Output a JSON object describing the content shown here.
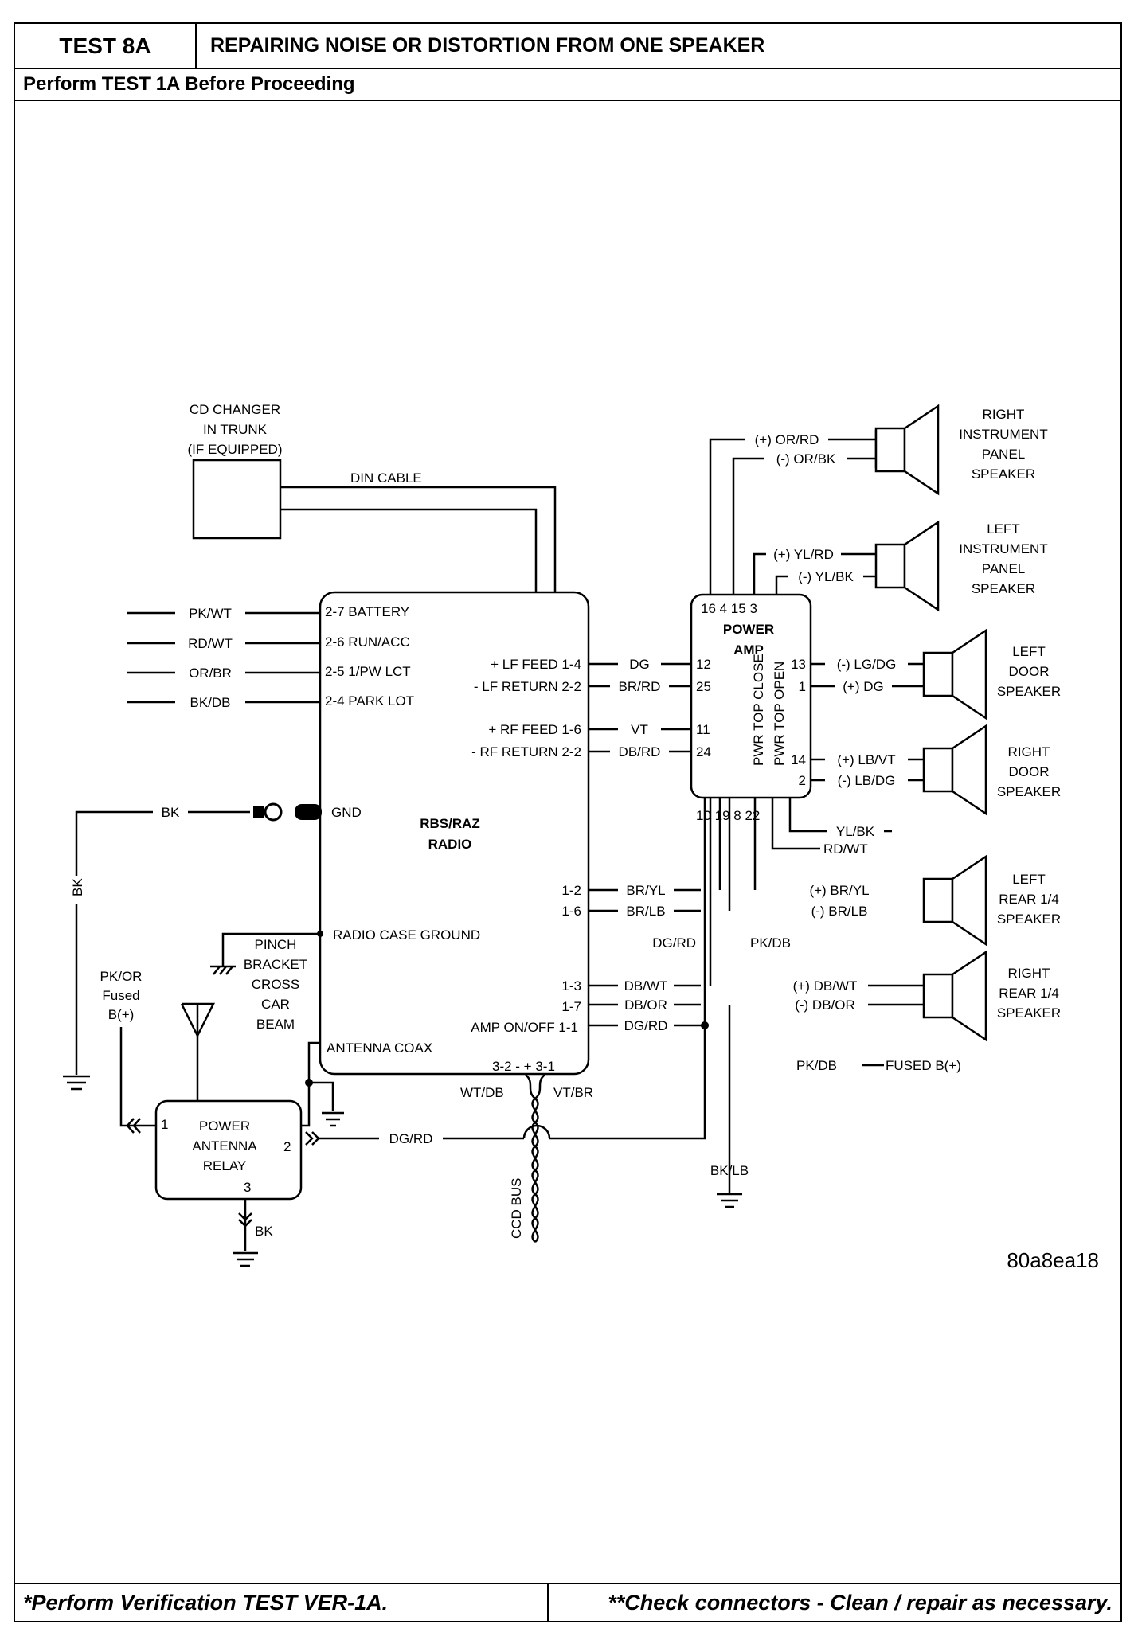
{
  "header": {
    "test_id": "TEST 8A",
    "title": "REPAIRING NOISE OR DISTORTION FROM ONE SPEAKER",
    "prerequisite": "Perform TEST 1A Before Proceeding"
  },
  "footer": {
    "left_note": "*Perform Verification TEST VER-1A.",
    "right_note": "**Check connectors - Clean / repair as necessary."
  },
  "diagram": {
    "reference_code": "80a8ea18",
    "cd_changer": {
      "line1": "CD CHANGER",
      "line2": "IN TRUNK",
      "line3": "(IF EQUIPPED)"
    },
    "din_cable": "DIN CABLE",
    "radio": {
      "name1": "RBS/RAZ",
      "name2": "RADIO",
      "pins_left": [
        "2-7 BATTERY",
        "2-6 RUN/ACC",
        "2-5 1/PW LCT",
        "2-4 PARK LOT"
      ],
      "gnd": "GND",
      "case_ground": "RADIO CASE GROUND",
      "antenna_coax": "ANTENNA COAX",
      "lf_feed": "+ LF FEED 1-4",
      "lf_return": "- LF RETURN 2-2",
      "rf_feed": "+ RF FEED 1-6",
      "rf_return": "- RF RETURN 2-2",
      "pin_1_2": "1-2",
      "pin_1_6": "1-6",
      "pin_1_3": "1-3",
      "pin_1_7": "1-7",
      "amp_on_off": "AMP ON/OFF 1-1",
      "bus_pins": "3-2 - + 3-1"
    },
    "left_wires": [
      "PK/WT",
      "RD/WT",
      "OR/BR",
      "BK/DB"
    ],
    "bk": "BK",
    "bk_vertical": "BK",
    "pinch": {
      "l1": "PINCH",
      "l2": "BRACKET",
      "l3": "CROSS",
      "l4": "CAR",
      "l5": "BEAM"
    },
    "pk_or": {
      "l1": "PK/OR",
      "l2": "Fused",
      "l3": "B(+)"
    },
    "relay": {
      "l1": "POWER",
      "l2": "ANTENNA",
      "l3": "RELAY",
      "pin1": "1",
      "pin2": "2",
      "pin3": "3",
      "bk": "BK"
    },
    "dg_rd_relay": "DG/RD",
    "ccd": {
      "wt_db": "WT/DB",
      "vt_br": "VT/BR",
      "bus": "CCD BUS"
    },
    "mid_wires": {
      "dg": "DG",
      "br_rd": "BR/RD",
      "vt": "VT",
      "db_rd": "DB/RD",
      "br_yl": "BR/YL",
      "br_lb": "BR/LB",
      "db_wt": "DB/WT",
      "db_or": "DB/OR",
      "dg_rd": "DG/RD",
      "dg_rd_v": "DG/RD",
      "pk_db_v": "PK/DB"
    },
    "amp": {
      "title1": "POWER",
      "title2": "AMP",
      "top_pins": "16  4  15  3",
      "bottom_pins": "10  19  8  22",
      "pin12": "12",
      "pin25": "25",
      "pin11": "11",
      "pin24": "24",
      "pin13": "13",
      "pin1": "1",
      "pin14": "14",
      "pin2": "2",
      "close": "PWR TOP CLOSE",
      "open": "PWR TOP OPEN"
    },
    "amp_wires": {
      "or_rd": "(+) OR/RD",
      "or_bk": "(-) OR/BK",
      "yl_rd": "(+) YL/RD",
      "yl_bk": "(-) YL/BK",
      "lg_dg": "(-)  LG/DG",
      "dg": "(+) DG",
      "lb_vt": "(+) LB/VT",
      "lb_dg": "(-) LB/DG",
      "yl_bk2": "YL/BK",
      "rd_wt": "RD/WT",
      "br_yl": "(+) BR/YL",
      "br_lb": "(-) BR/LB",
      "db_wt": "(+) DB/WT",
      "db_or": "(-) DB/OR",
      "pk_db": "PK/DB",
      "fused": "FUSED B(+)",
      "bk_lb": "BK/LB"
    },
    "speakers": {
      "rip": [
        "RIGHT",
        "INSTRUMENT",
        "PANEL",
        "SPEAKER"
      ],
      "lip": [
        "LEFT",
        "INSTRUMENT",
        "PANEL",
        "SPEAKER"
      ],
      "ld": [
        "LEFT",
        "DOOR",
        "SPEAKER"
      ],
      "rd": [
        "RIGHT",
        "DOOR",
        "SPEAKER"
      ],
      "lr": [
        "LEFT",
        "REAR 1/4",
        "SPEAKER"
      ],
      "rr": [
        "RIGHT",
        "REAR 1/4",
        "SPEAKER"
      ]
    }
  }
}
